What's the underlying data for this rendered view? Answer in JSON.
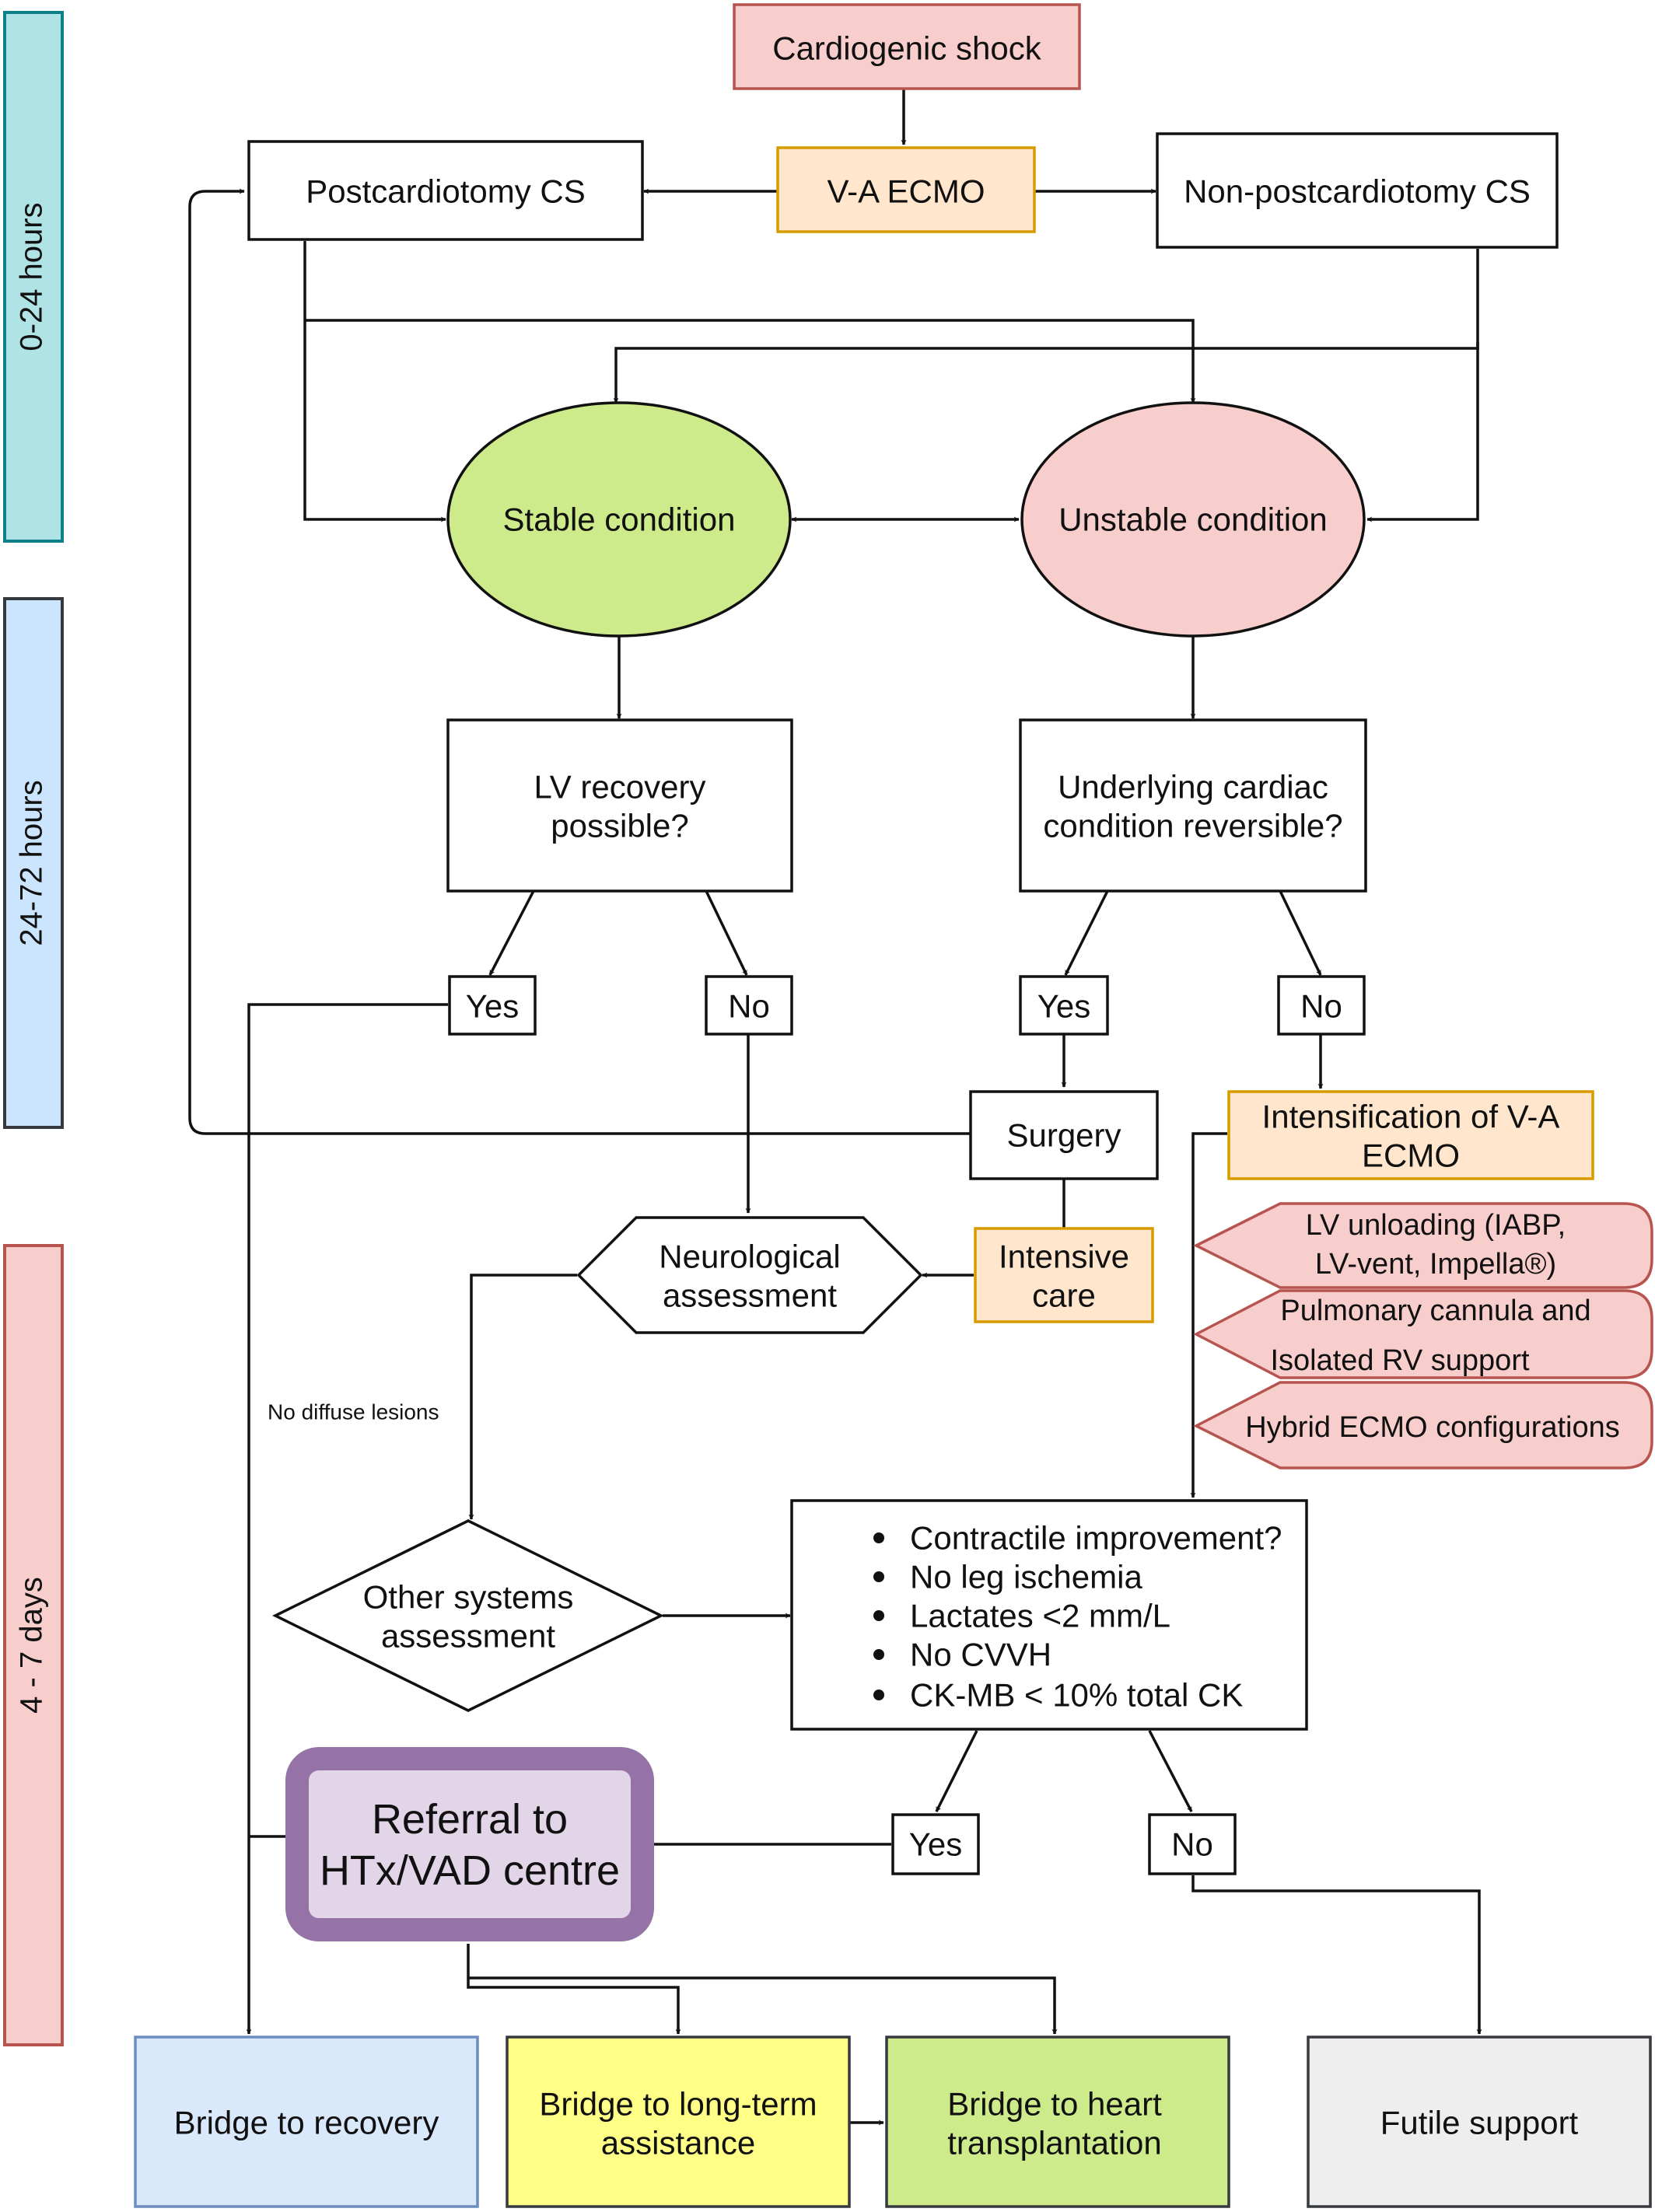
{
  "timeline": [
    {
      "id": "t1",
      "label": "0-24 hours",
      "fill": "#b0e3e6",
      "stroke": "#0e8088"
    },
    {
      "id": "t2",
      "label": "24-72 hours",
      "fill": "#cce5ff",
      "stroke": "#36393d"
    },
    {
      "id": "t3",
      "label": "4 - 7 days",
      "fill": "#f8cecc",
      "stroke": "#b85450"
    }
  ],
  "nodes": {
    "cardiogenic_shock": "Cardiogenic shock",
    "va_ecmo": "V-A ECMO",
    "postcardiotomy": "Postcardiotomy CS",
    "non_postcardiotomy": "Non-postcardiotomy CS",
    "stable": "Stable condition",
    "unstable": "Unstable condition",
    "lv_recovery": [
      "LV recovery",
      "possible?"
    ],
    "underlying": [
      "Underlying cardiac",
      "condition reversible?"
    ],
    "yes_lv": "Yes",
    "no_lv": "No",
    "yes_und": "Yes",
    "no_und": "No",
    "surgery": "Surgery",
    "intensification": [
      "Intensification of V-A",
      "ECMO"
    ],
    "intensive_care": [
      "Intensive",
      "care"
    ],
    "neuro": [
      "Neurological",
      "assessment"
    ],
    "lv_unloading": [
      "LV unloading (IABP,",
      "LV-vent, Impella®)"
    ],
    "pulmonary": [
      "Pulmonary cannula and",
      "Isolated RV support"
    ],
    "hybrid": "Hybrid ECMO configurations",
    "no_diffuse": "No diffuse lesions",
    "other_systems": [
      "Other systems",
      "assessment"
    ],
    "criteria": [
      "Contractile improvement?",
      "No leg ischemia",
      "Lactates <2 mm/L",
      "No CVVH",
      "CK-MB < 10% total CK"
    ],
    "yes_crit": "Yes",
    "no_crit": "No",
    "referral": [
      "Referral to",
      "HTx/VAD centre"
    ],
    "bridge_recovery": "Bridge to recovery",
    "bridge_long_term": [
      "Bridge to long-term",
      "assistance"
    ],
    "bridge_transplant": [
      "Bridge to heart",
      "transplantation"
    ],
    "futile": "Futile support"
  },
  "colors": {
    "red_fill": "#f8cecc",
    "red_stroke": "#b85450",
    "orange_fill": "#ffe6cc",
    "orange_stroke": "#d79b00",
    "green_fill": "#cdeb8b",
    "green_stroke": "#82b366",
    "purple_fill": "#e1d5e7",
    "purple_stroke": "#9673a6",
    "blue_fill": "#dae8fc",
    "blue_stroke": "#6c8ebf",
    "yellow_fill": "#ffff88",
    "yellow_stroke": "#36393d",
    "gray_fill": "#eeeeee",
    "gray_stroke": "#36393d",
    "line": "#111111"
  }
}
